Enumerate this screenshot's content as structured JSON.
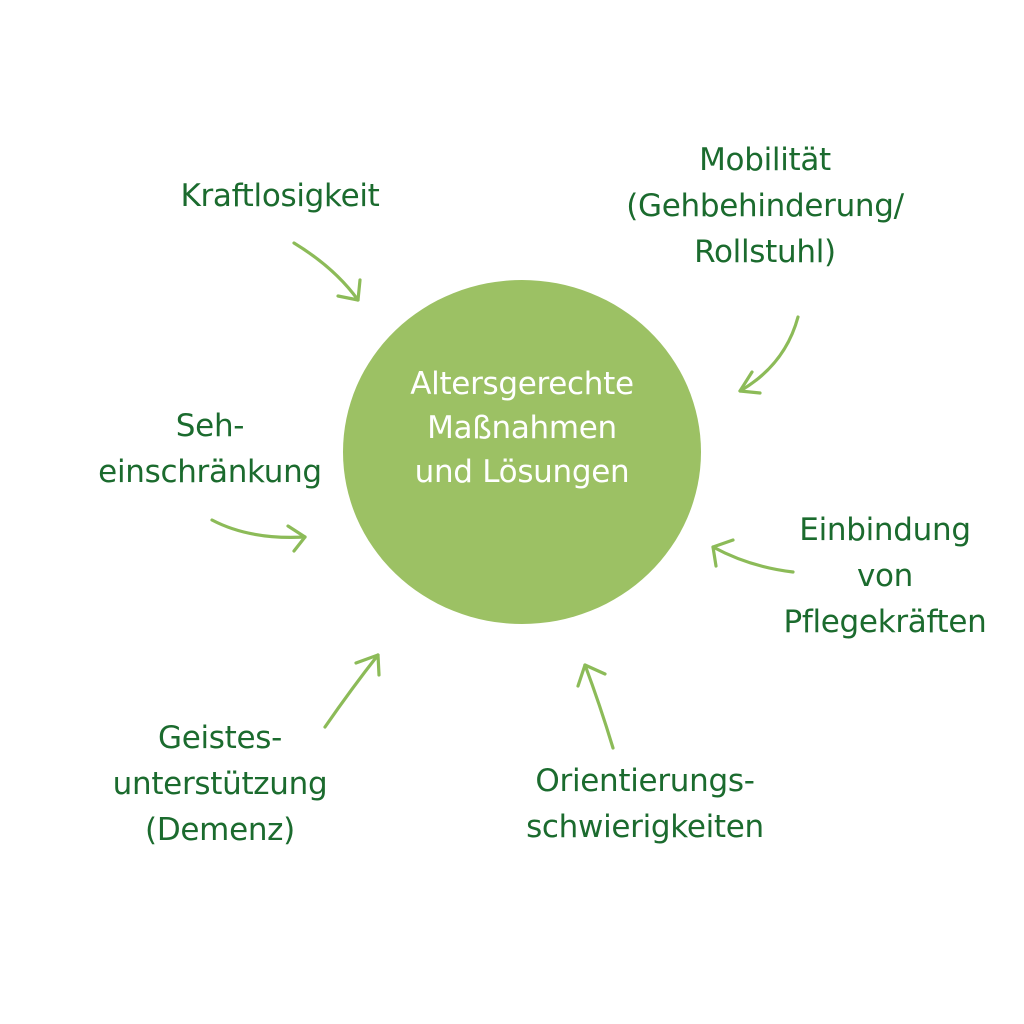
{
  "center": {
    "lines": [
      "Altersgerechte",
      "Maßnahmen",
      "und Lösungen"
    ]
  },
  "nodes": [
    {
      "id": "kraftlosigkeit",
      "lines": [
        "Kraftlosigkeit"
      ]
    },
    {
      "id": "mobilitaet",
      "lines": [
        "Mobilität",
        "(Gehbehinderung/",
        "Rollstuhl)"
      ]
    },
    {
      "id": "sehschwaeche",
      "lines": [
        "Seh-",
        "einschränkung"
      ]
    },
    {
      "id": "einbindung",
      "lines": [
        "Einbindung",
        "von",
        "Pflegekräften"
      ]
    },
    {
      "id": "geistes",
      "lines": [
        "Geistes-",
        "unterstützung",
        "(Demenz)"
      ]
    },
    {
      "id": "orientierung",
      "lines": [
        "Orientierungs-",
        "schwierigkeiten"
      ]
    }
  ],
  "colors": {
    "circle_fill": "#9cc164",
    "center_text": "#ffffff",
    "label_text": "#1b6b2e",
    "arrow": "#8cbb58"
  }
}
